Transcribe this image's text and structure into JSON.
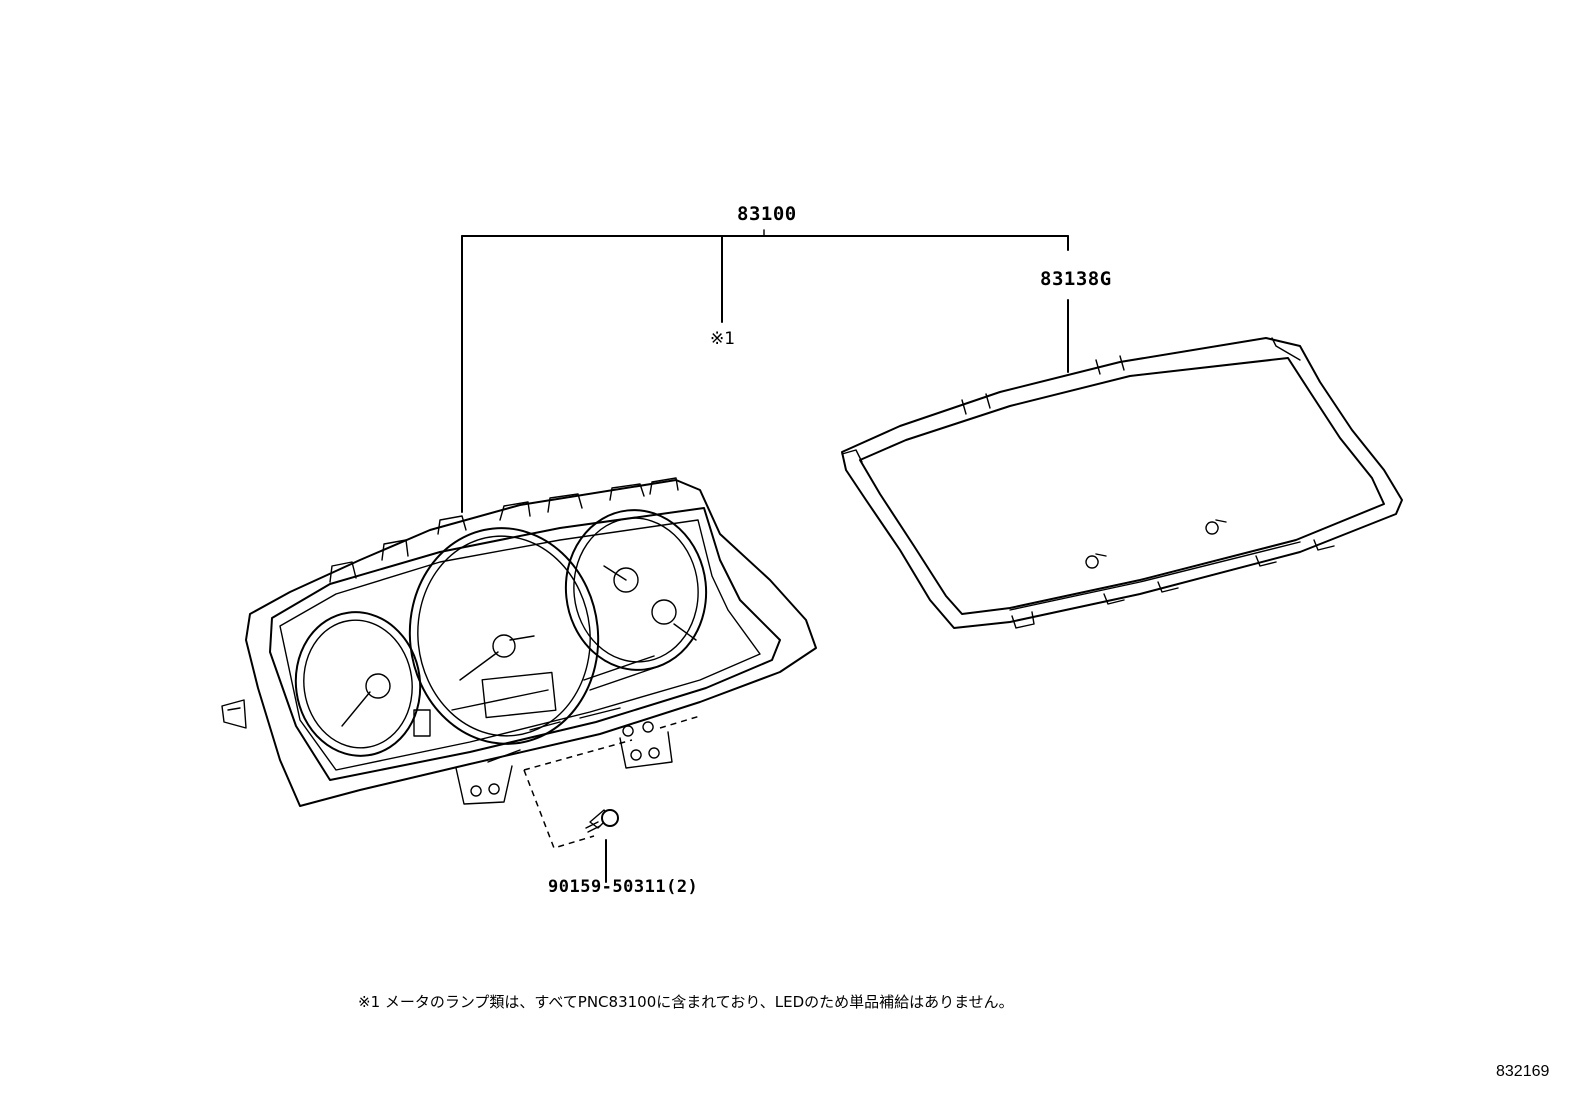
{
  "labels": {
    "assembly": "83100",
    "note_ref": "※1",
    "lens": "83138G",
    "screw": "90159-50311(2)"
  },
  "footnote": "※1 メータのランプ類は、すべてPNC83100に含まれており、LEDのため単品補給はありません。",
  "diagram_id": "832169"
}
